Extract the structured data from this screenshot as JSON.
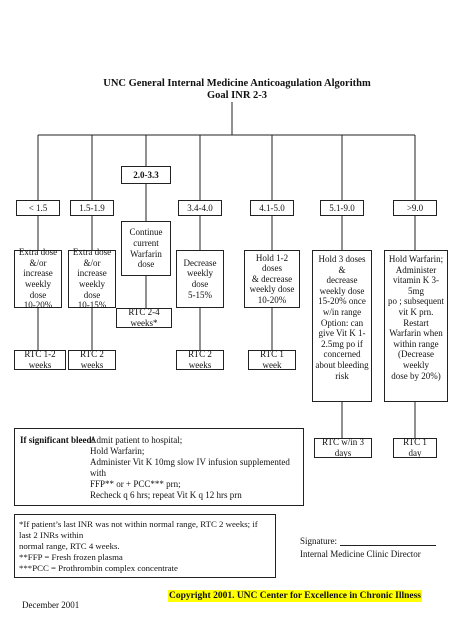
{
  "title": "UNC General Internal Medicine Anticoagulation Algorithm",
  "subtitle": "Goal INR 2-3",
  "target_box": "2.0-3.3",
  "ranges": [
    "< 1.5",
    "1.5-1.9",
    "3.4-4.0",
    "4.1-5.0",
    "5.1-9.0",
    ">9.0"
  ],
  "actions": [
    "Extra dose\n&/or increase\nweekly dose\n10-20%",
    "Extra dose\n&/or increase\nweekly dose\n10-15%",
    "Continue\ncurrent\nWarfarin dose",
    "Decrease\nweekly dose\n5-15%",
    "Hold 1-2 doses\n& decrease\nweekly dose\n10-20%",
    "Hold 3 doses &\ndecrease\nweekly dose\n15-20% once\nw/in range\nOption: can\ngive Vit K 1-\n2.5mg po if\nconcerned\nabout bleeding\nrisk",
    "Hold Warfarin;\nAdminister\nvitamin K 3-5mg\npo ; subsequent\nvit K prn. Restart\nWarfarin when\nwithin range\n(Decrease weekly\ndose by 20%)"
  ],
  "rtc": [
    "RTC 1-2 weeks",
    "RTC 2 weeks",
    "RTC 2-4 weeks*",
    "RTC 2 weeks",
    "RTC 1 week",
    "RTC w/in 3 days",
    "RTC 1 day"
  ],
  "bleeding": {
    "label": "If significant bleed:",
    "lines": "Admit patient to hospital;\nHold Warfarin;\nAdminister Vit K 10mg slow IV infusion supplemented with\nFFP** or + PCC*** prn;\nRecheck q 6 hrs; repeat Vit K q 12 hrs prn"
  },
  "footnote": "*If patient’s last INR was not within normal range, RTC 2 weeks; if last 2 INRs within\nnormal range, RTC 4 weeks.\n**FFP = Fresh frozen plasma\n***PCC = Prothrombin complex concentrate",
  "signature": {
    "label": "Signature:",
    "role": "Internal Medicine Clinic Director"
  },
  "copyright": "Copyright 2001.  UNC Center for Excellence in Chronic Illness",
  "date": "December 2001"
}
